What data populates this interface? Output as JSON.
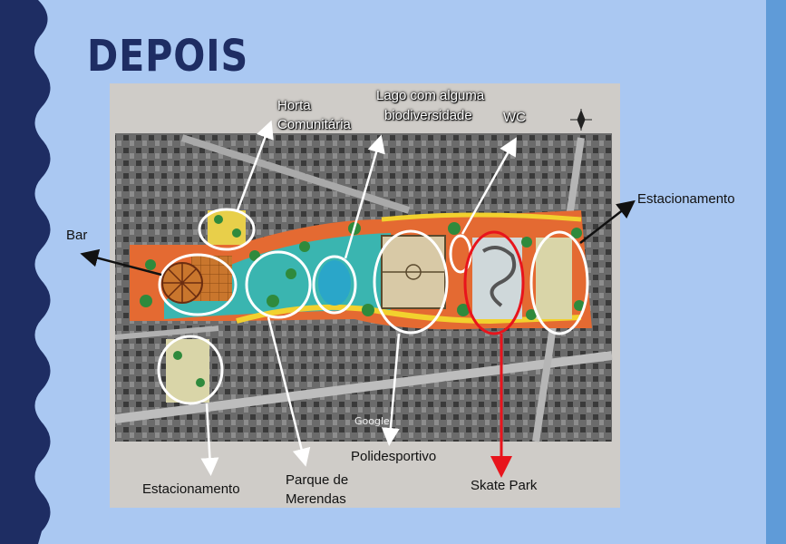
{
  "slide": {
    "title": "DEPOIS"
  },
  "labels": {
    "horta": [
      "Horta",
      "Comunitária"
    ],
    "lago": [
      "Lago com alguma",
      "biodiversidade"
    ],
    "wc": "WC",
    "estacionamento_right": "Estacionamento",
    "bar": "Bar",
    "estacionamento_bottom": "Estacionamento",
    "parque": [
      "Parque de",
      "Merendas"
    ],
    "polidesportivo": "Polidesportivo",
    "skate": "Skate Park"
  },
  "map_text": {
    "google": "Google"
  },
  "colors": {
    "background": "#aac8f2",
    "band_dark": "#1e2d63",
    "band_right": "#5f9bd8",
    "circle": "#ffffff",
    "skate_circle": "#e8141c",
    "arrow_white": "#ffffff",
    "arrow_black": "#111111",
    "arrow_red": "#e8141c"
  }
}
